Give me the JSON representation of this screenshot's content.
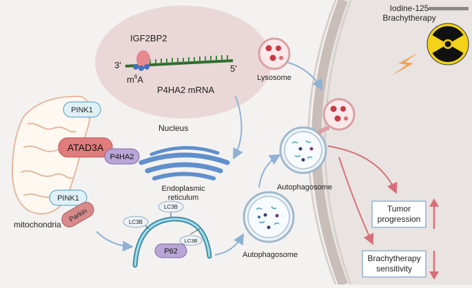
{
  "labels": {
    "igf2bp2": "IGF2BP2",
    "three_prime": "3'",
    "five_prime": "5'",
    "m6a_base": "m",
    "m6a_sup": "6",
    "m6a_a": "A",
    "mrna": "P4HA2 mRNA",
    "nucleus": "Nucleus",
    "pink1_top": "PINK1",
    "atad3a": "ATAD3A",
    "p4ha2": "P4HA2",
    "pink1_bottom": "PINK1",
    "parkin": "Parkin",
    "mitochondria": "mitochondria",
    "er_line1": "Endoplasmic",
    "er_line2": "reticulum",
    "lc3b_1": "LC3B",
    "lc3b_2": "LC3B",
    "lc3b_3": "LC3B",
    "p62": "P62",
    "lysosome": "Lysosome",
    "autophagosome_upper": "Autophagosome",
    "autophagosome_lower": "Autophagosome",
    "iodine_line1": "Iodine-125",
    "iodine_line2": "Brachytherapy",
    "tumor_line1": "Tumor",
    "tumor_line2": "progression",
    "brachy_line1": "Brachytherapy",
    "brachy_line2": "sensitivity"
  },
  "colors": {
    "background": "#f4f2f1",
    "membrane": "#cfc6c2",
    "nucleus": "#ead7d7",
    "atad3a": "#e07c7c",
    "p4ha2": "#b8a6d6",
    "pink1": "#dff1f6",
    "parkin": "#d88a8a",
    "er": "#5f8fcc",
    "arrow_blue": "#8fb1d4",
    "arrow_red": "#d86f78",
    "radiation_yellow": "#f2d21a",
    "lightning": "#f0a55a"
  }
}
